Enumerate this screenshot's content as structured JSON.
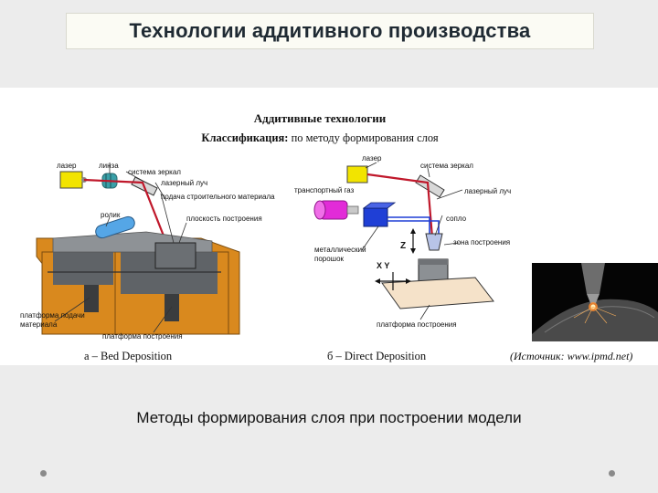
{
  "slide": {
    "title": "Технологии аддитивного производства",
    "caption": "Методы формирования слоя при построении модели"
  },
  "figure": {
    "header": "Аддитивные технологии",
    "subheader_bold": "Классификация:",
    "subheader_rest": " по методу формирования слоя",
    "left": {
      "labels": {
        "laser": "лазер",
        "lens": "линза",
        "mirror_system": "система зеркал",
        "laser_beam": "лазерный луч",
        "material_feed": "подача строительного материала",
        "roller": "ролик",
        "build_plane": "плоскость построения",
        "feed_platform_1": "платформа подачи",
        "feed_platform_2": "материала",
        "build_platform": "платформа построения"
      },
      "caption": "а – Bed Deposition"
    },
    "right": {
      "labels": {
        "laser": "лазер",
        "mirror_system": "система зеркал",
        "transport_gas": "транспортный газ",
        "laser_beam": "лазерный луч",
        "nozzle": "сопло",
        "metal_powder_1": "металлический",
        "metal_powder_2": "порошок",
        "build_zone": "зона построения",
        "axis_z": "Z",
        "axis_xy": "X Y",
        "build_platform": "платформа построения"
      },
      "caption": "б – Direct Deposition"
    },
    "source": "(Источник: www.ipmd.net)"
  },
  "colors": {
    "laser": "#c0182b",
    "device_yellow": "#f2e400",
    "gas_magenta": "#e22bd8",
    "feeder_blue": "#1f3fd6",
    "housing_orange": "#d9891e",
    "roller_blue": "#55a6e6"
  }
}
